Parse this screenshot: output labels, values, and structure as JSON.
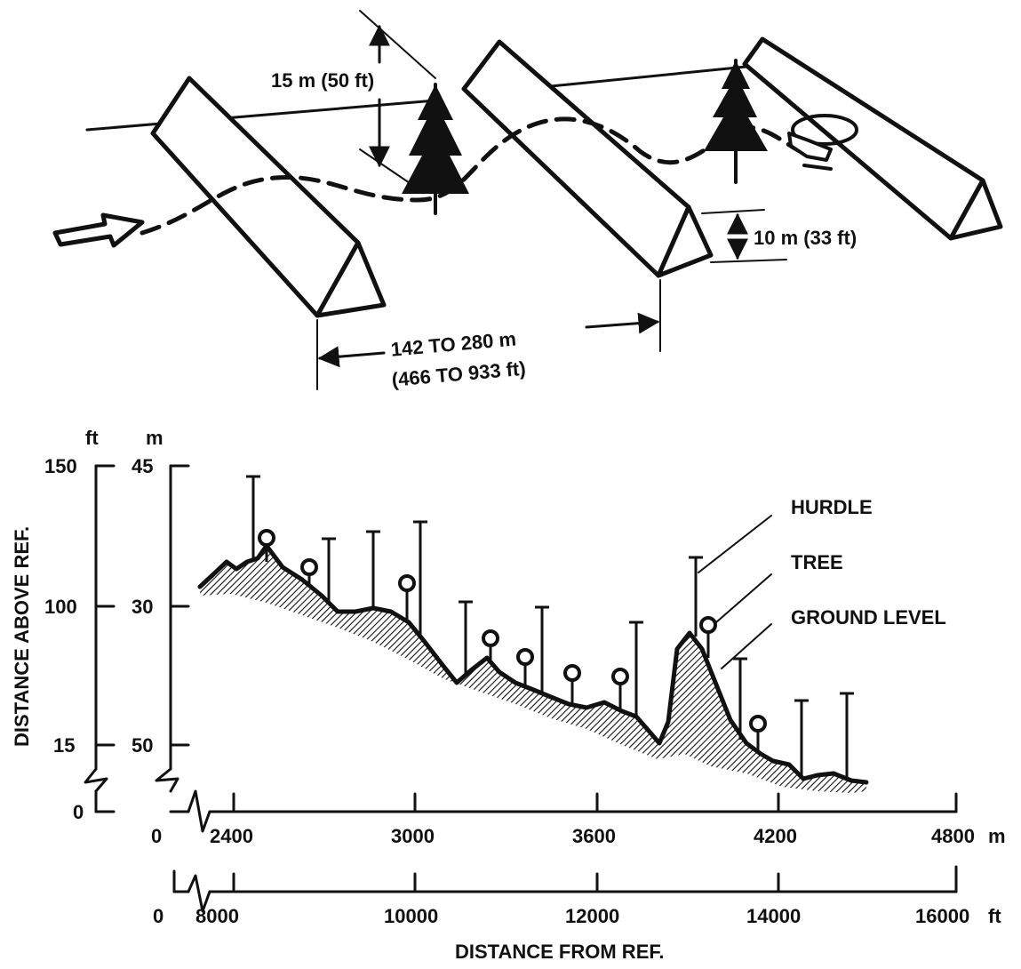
{
  "top_diagram": {
    "hurdle_spacing_m": "142 TO 280 m",
    "hurdle_spacing_ft": "(466 TO 933 ft)",
    "tree_height": "15 m (50 ft)",
    "hurdle_height": "10 m (33 ft)"
  },
  "profile": {
    "units_ft": "ft",
    "units_m": "m",
    "y_ticks_ft": [
      "150",
      "100",
      "15",
      "0"
    ],
    "y_ticks_m": [
      "45",
      "30",
      "50"
    ],
    "ylabel": "DISTANCE ABOVE REF.",
    "x_ticks_m": [
      "0",
      "2400",
      "3000",
      "3600",
      "4200",
      "4800"
    ],
    "x_unit_m": "m",
    "x_ticks_ft": [
      "0",
      "8000",
      "10000",
      "12000",
      "14000",
      "16000"
    ],
    "x_unit_ft": "ft",
    "xlabel": "DISTANCE FROM REF.",
    "legend": [
      "HURDLE",
      "TREE",
      "GROUND LEVEL"
    ]
  }
}
